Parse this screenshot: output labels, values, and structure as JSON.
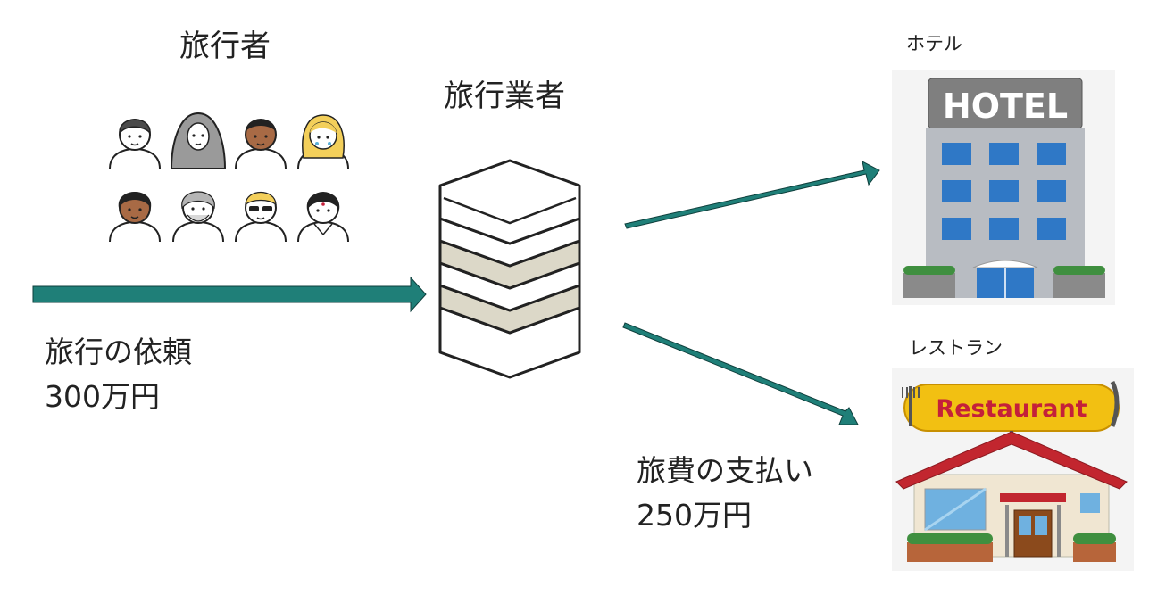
{
  "travelers": {
    "title": "旅行者"
  },
  "agency": {
    "title": "旅行業者"
  },
  "hotel": {
    "title": "ホテル",
    "sign": "HOTEL"
  },
  "restaurant": {
    "title": "レストラン",
    "sign": "Restaurant"
  },
  "request_flow": {
    "line1": "旅行の依頼",
    "line2": "300万円"
  },
  "payment_flow": {
    "line1": "旅費の支払い",
    "line2": "250万円"
  },
  "colors": {
    "arrow": "#1f7f78",
    "hotel_window": "#2f78c6",
    "restaurant_sign": "#f2c012",
    "restaurant_text": "#c4203a",
    "roof": "#c2262f"
  }
}
